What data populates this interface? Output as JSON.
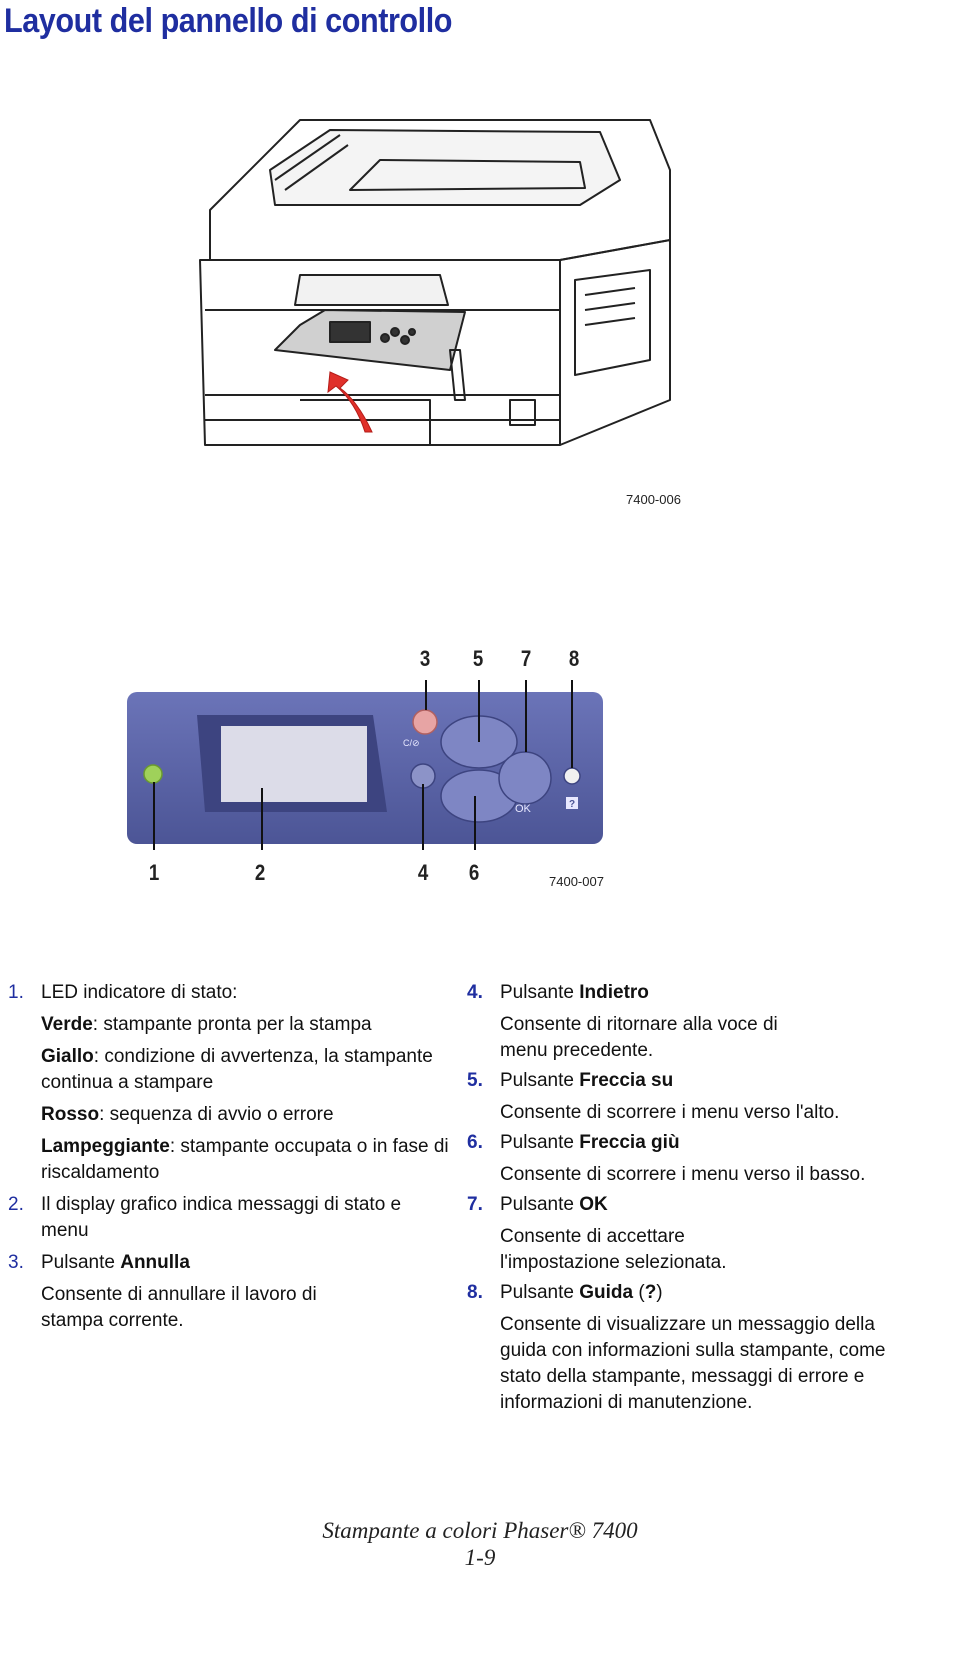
{
  "page": {
    "title": "Layout del pannello di controllo"
  },
  "figures": {
    "printer_code": "7400-006",
    "panel_code": "7400-007",
    "panel_glyphs": {
      "ok": "OK",
      "help": "?"
    },
    "callouts_top": [
      "3",
      "5",
      "7",
      "8"
    ],
    "callouts_bottom": [
      "1",
      "2",
      "4",
      "6"
    ],
    "colors": {
      "panel_blue": "#5a63a8",
      "led_green": "#9fd15a",
      "cancel_red": "#e7a4a4",
      "arrow_red": "#e0302a"
    }
  },
  "left": {
    "i1": {
      "num": "1.",
      "text": "LED indicatore di stato:"
    },
    "i1_sub": [
      {
        "b": "Verde",
        "t": ": stampante pronta per la stampa"
      },
      {
        "b": "Giallo",
        "t": ": condizione di avvertenza, la stampante continua a stampare"
      },
      {
        "b": "Rosso",
        "t": ": sequenza di avvio o errore"
      },
      {
        "b": "Lampeggiante",
        "t": ": stampante occupata o in fase di riscaldamento"
      }
    ],
    "i2": {
      "num": "2.",
      "text": "Il display grafico indica messaggi di stato e menu"
    },
    "i3": {
      "num": "3.",
      "pre": "Pulsante ",
      "bold": "Annulla",
      "desc": "Consente di annullare il lavoro di stampa corrente."
    }
  },
  "right": {
    "i4": {
      "num": "4.",
      "pre": "Pulsante ",
      "bold": "Indietro",
      "desc": "Consente di ritornare alla voce di menu precedente."
    },
    "i5": {
      "num": "5.",
      "pre": "Pulsante ",
      "bold": "Freccia su",
      "desc": "Consente di scorrere i menu verso l'alto."
    },
    "i6": {
      "num": "6.",
      "pre": "Pulsante ",
      "bold": "Freccia giù",
      "desc": "Consente di scorrere i menu verso il basso."
    },
    "i7": {
      "num": "7.",
      "pre": "Pulsante ",
      "bold": "OK",
      "desc": "Consente di accettare l'impostazione selezionata."
    },
    "i8": {
      "num": "8.",
      "pre": "Pulsante ",
      "bold": "Guida",
      "paren_open": " (",
      "bold2": "?",
      "paren_close": ")",
      "desc": "Consente di visualizzare un messaggio della guida con informazioni sulla stampante, come stato della stampante, messaggi di errore e informazioni di manutenzione."
    }
  },
  "footer": {
    "line1": "Stampante a colori Phaser® 7400",
    "line2": "1-9"
  }
}
